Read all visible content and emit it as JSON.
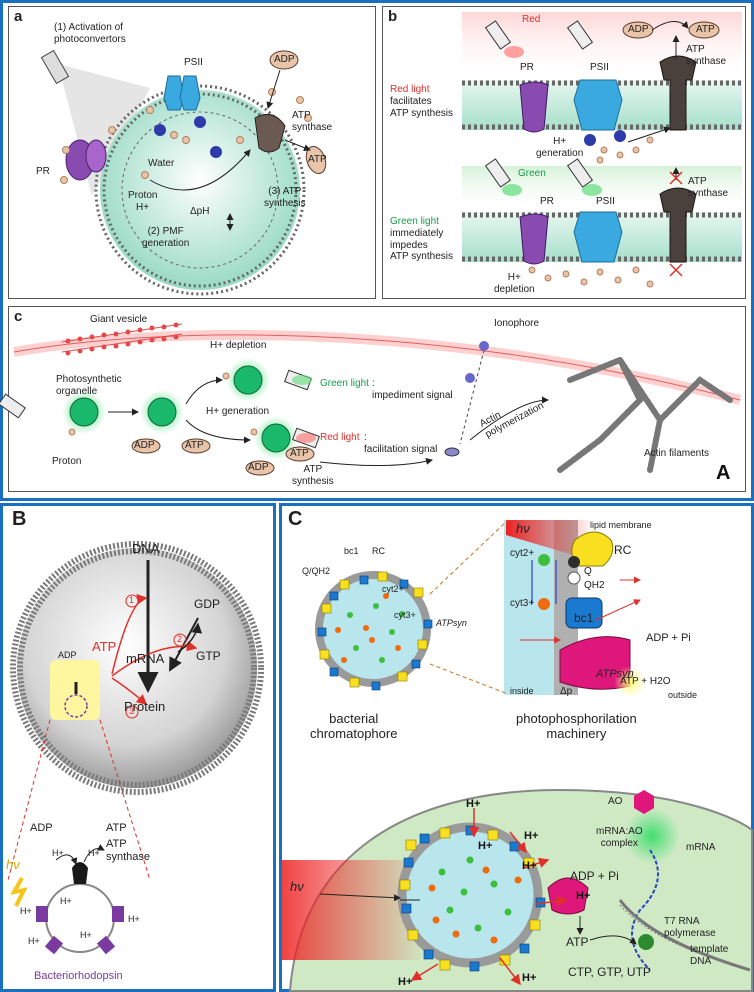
{
  "panel_A": {
    "letter": "A",
    "sub_a": {
      "letter": "a",
      "activation": "(1) Activation of\nphotoconvertors",
      "psii": "PSII",
      "adp": "ADP",
      "atp_synthase": "ATP\nsynthase",
      "atp": "ATP",
      "pr": "PR",
      "water": "Water",
      "proton": "Proton",
      "hplus": "H+",
      "dph": "ΔpH",
      "pmf": "(2) PMF\ngeneration",
      "atp_synthesis": "(3) ATP\nsynthesis"
    },
    "sub_b": {
      "letter": "b",
      "red": "Red",
      "adp": "ADP",
      "atp": "ATP",
      "atp_synthase": "ATP\nsynthase",
      "red_light": "Red light",
      "red_light_rest": "facilitates\nATP synthesis",
      "pr": "PR",
      "psii": "PSII",
      "h_generation": "H+\ngeneration",
      "green": "Green",
      "pr2": "PR",
      "psii2": "PSII",
      "atp_synthase2": "ATP\nsynthase",
      "green_light": "Green light",
      "green_light_rest": "immediately\nimpedes\nATP synthesis",
      "h_depletion": "H+\ndepletion"
    },
    "sub_c": {
      "letter": "c",
      "giant_vesicle": "Giant vesicle",
      "ionophore": "Ionophore",
      "h_depletion": "H+ depletion",
      "photosynthetic": "Photosynthetic\norganelle",
      "green_light": "Green light",
      "impediment": ": \nimpediment signal",
      "h_generation": "H+ generation",
      "adp": "ADP",
      "atp": "ATP",
      "red_light": "Red light",
      "facilitation": ":\nfacilitation signal",
      "proton": "Proton",
      "adp2": "ADP",
      "atp2": "ATP",
      "atp_synthesis": "ATP\nsynthesis",
      "actin_poly": "Actin\npolymerization",
      "actin_filaments": "Actin filaments"
    }
  },
  "panel_B": {
    "letter": "B",
    "dna": "DNA",
    "gdp": "GDP",
    "mrna": "mRNA",
    "gtp": "GTP",
    "atp": "ATP",
    "adp": "ADP",
    "protein": "Protein",
    "n1": "1",
    "n2": "2",
    "n3": "3",
    "adp_low": "ADP",
    "atp_low": "ATP",
    "atp_synthase": "ATP\nsynthase",
    "hv": "hν",
    "bacteriorhodopsin": "Bacteriorhodopsin",
    "hplus": "H+"
  },
  "panel_C": {
    "letter": "C",
    "bc1": "bc1",
    "rc": "RC",
    "qqh2": "Q/QH2",
    "cyt2": "cyt2+",
    "cyt3": "cyt3+",
    "atpsyn": "ATPsyn",
    "bacterial": "bacterial\nchromatophore",
    "hv": "hν",
    "lipid_membrane": "lipid membrane",
    "rc2": "RC",
    "q": "Q",
    "qh2": "QH2",
    "cyt2b": "cyt2+",
    "cyt3b": "cyt3+",
    "bc1b": "bc1",
    "adp_pi": "ADP + Pi",
    "atpsyn2": "ATPsyn",
    "atp_h2o": "ATP + H2O",
    "outside": "outside",
    "inside": "inside",
    "dp": "Δp",
    "photophos": "photophosphorilation\nmachinery",
    "hv_low": "hν",
    "ao": "AO",
    "mrna_ao": "mRNA:AO\ncomplex",
    "mrna": "mRNA",
    "adp_pi_low": "ADP + Pi",
    "atp_low": "ATP",
    "t7": "T7 RNA\npolymerase",
    "template": "template\nDNA",
    "ctp": "CTP, GTP, UTP",
    "hplus": "H+"
  },
  "colors": {
    "frame_blue": "#1a6fc0",
    "membrane_green": "#9fdcc4",
    "cell_green": "#cfe9c5",
    "ring_grey": "#9a9a9a",
    "atp_magenta": "#e0177a",
    "accent_red": "#e0302a",
    "green_label": "#1a9a4a"
  }
}
